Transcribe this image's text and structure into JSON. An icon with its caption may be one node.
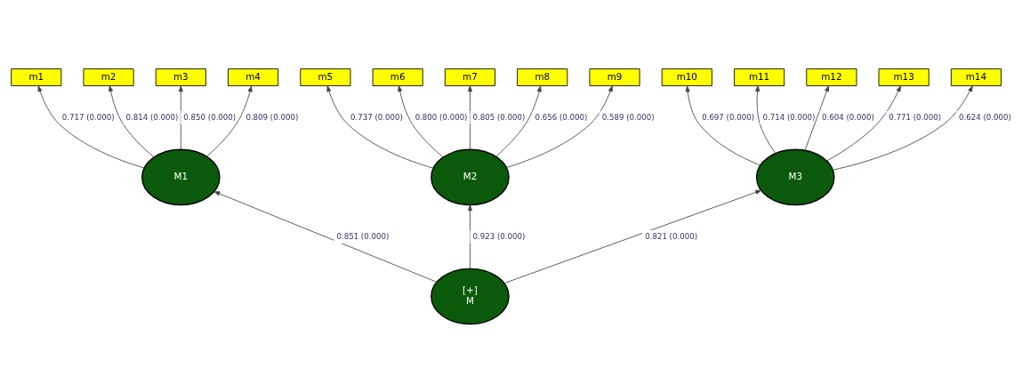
{
  "diagram": {
    "nodes": [
      {
        "text": [
          "[+]",
          "M"
        ]
      },
      {
        "text": [
          "M1"
        ]
      },
      {
        "text": [
          "M2"
        ]
      },
      {
        "text": [
          "M3"
        ]
      },
      {
        "text": [
          "m1"
        ]
      },
      {
        "text": [
          "m2"
        ]
      },
      {
        "text": [
          "m3"
        ]
      },
      {
        "text": [
          "m4"
        ]
      },
      {
        "text": [
          "m5"
        ]
      },
      {
        "text": [
          "m6"
        ]
      },
      {
        "text": [
          "m7"
        ]
      },
      {
        "text": [
          "m8"
        ]
      },
      {
        "text": [
          "m9"
        ]
      },
      {
        "text": [
          "m10"
        ]
      },
      {
        "text": [
          "m11"
        ]
      },
      {
        "text": [
          "m12"
        ]
      },
      {
        "text": [
          "m13"
        ]
      },
      {
        "text": [
          "m14"
        ]
      }
    ],
    "edges": [
      {
        "from": 0,
        "to": 3,
        "arrow": "to",
        "label": "0.821 (0.000)"
      },
      {
        "from": 0,
        "to": 2,
        "arrow": "to",
        "label": "0.923 (0.000)"
      },
      {
        "from": 0,
        "to": 1,
        "arrow": "to",
        "label": "0.851 (0.000)"
      },
      {
        "from": 1,
        "to": 4,
        "arrow": "to",
        "label": "0.717 (0.000)"
      },
      {
        "from": 1,
        "to": 5,
        "arrow": "to",
        "label": "0.814 (0.000)"
      },
      {
        "from": 1,
        "to": 6,
        "arrow": "to",
        "label": "0.850 (0.000)"
      },
      {
        "from": 1,
        "to": 7,
        "arrow": "to",
        "label": "0.809 (0.000)"
      },
      {
        "from": 2,
        "to": 8,
        "arrow": "to",
        "label": "0.737 (0.000)"
      },
      {
        "from": 2,
        "to": 9,
        "arrow": "to",
        "label": "0.800 (0.000)"
      },
      {
        "from": 2,
        "to": 10,
        "arrow": "to",
        "label": "0.805 (0.000)"
      },
      {
        "from": 2,
        "to": 11,
        "arrow": "to",
        "label": "0.656 (0.000)"
      },
      {
        "from": 2,
        "to": 12,
        "arrow": "to",
        "label": "0.589 (0.000)"
      },
      {
        "from": 3,
        "to": 13,
        "arrow": "to",
        "label": "0.697 (0.000)"
      },
      {
        "from": 3,
        "to": 14,
        "arrow": "to",
        "label": "0.714 (0.000)"
      },
      {
        "from": 3,
        "to": 15,
        "arrow": "to",
        "label": "0.604 (0.000)"
      },
      {
        "from": 3,
        "to": 16,
        "arrow": "to",
        "label": "0.771 (0.000)"
      },
      {
        "from": 3,
        "to": 17,
        "arrow": "to",
        "label": "0.624 (0.000)"
      }
    ]
  }
}
